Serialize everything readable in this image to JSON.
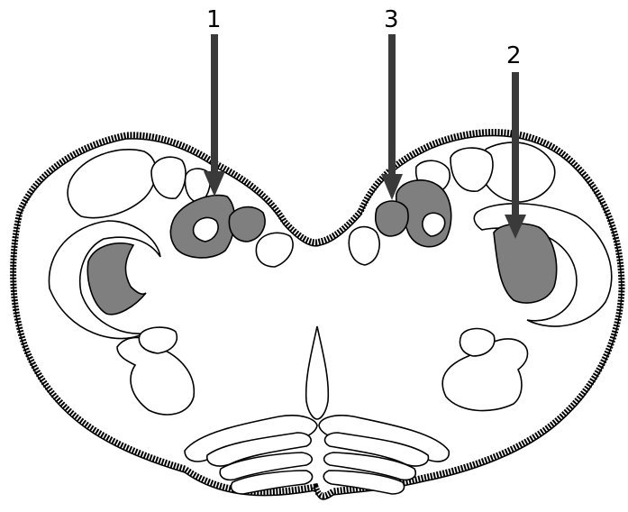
{
  "diagram": {
    "labels": [
      "1",
      "3",
      "2"
    ]
  },
  "colors": {
    "background": "#ffffff",
    "outline": "#000000",
    "shaded_region": "#7f7f7f",
    "arrow": "#3a3a3a"
  }
}
